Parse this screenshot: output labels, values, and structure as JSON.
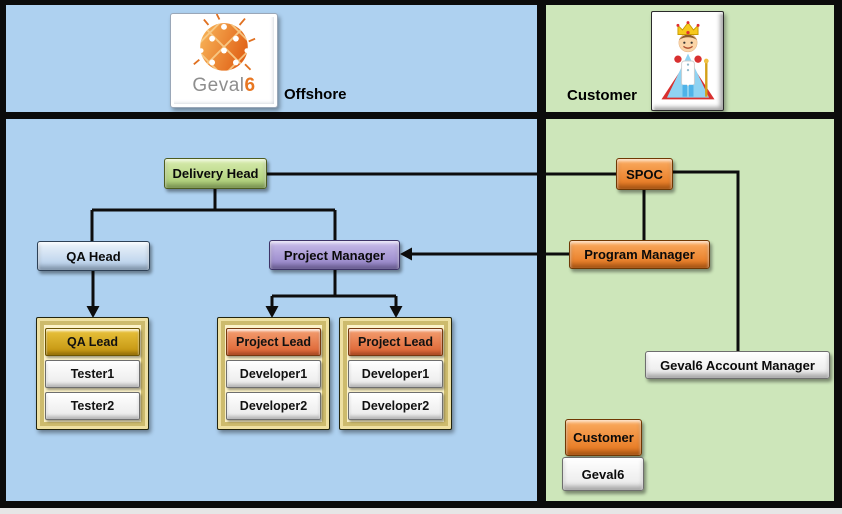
{
  "panels": {
    "offshore": {
      "label": "Offshore"
    },
    "customer": {
      "label": "Customer"
    }
  },
  "logo": {
    "icon": "geval6-globe-logo",
    "text_gray": "Geval",
    "text_orange": "6"
  },
  "customer_image": {
    "icon": "king-character"
  },
  "nodes": {
    "delivery_head": "Delivery Head",
    "qa_head": "QA Head",
    "project_manager": "Project Manager",
    "spoc": "SPOC",
    "program_manager": "Program Manager",
    "account_manager": "Geval6 Account Manager"
  },
  "teams": {
    "qa": {
      "lead": "QA Lead",
      "members": [
        "Tester1",
        "Tester2"
      ]
    },
    "project1": {
      "lead": "Project Lead",
      "members": [
        "Developer1",
        "Developer2"
      ]
    },
    "project2": {
      "lead": "Project Lead",
      "members": [
        "Developer1",
        "Developer2"
      ]
    }
  },
  "legend": {
    "customer": "Customer",
    "geval6": "Geval6"
  },
  "colors": {
    "offshore_bg": "#AED1F0",
    "customer_bg": "#CDE6BA",
    "orange_box": "#ED7D31",
    "green_box": "#B9D98B",
    "blue_box": "#C6DAEF",
    "purple_box": "#A294D4",
    "gold_box": "#D2A515",
    "team_frame_bg": "#FBF2CA",
    "line": "#0d0d0d"
  }
}
